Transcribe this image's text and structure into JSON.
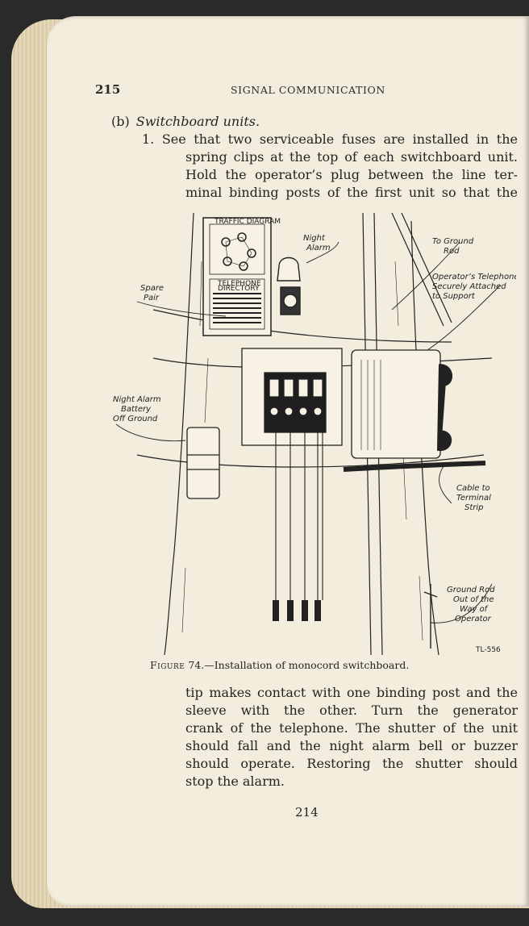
{
  "header": {
    "page_number": "215",
    "section_title": "SIGNAL COMMUNICATION"
  },
  "subheading": {
    "marker": "(b)",
    "title": "Switchboard units."
  },
  "paragraph1": {
    "lines": [
      "1. See that two serviceable fuses are installed in the",
      "spring clips at the top of each switchboard unit.",
      "Hold the operator’s plug between the line ter-",
      "minal binding posts of the first unit so that the"
    ]
  },
  "figure": {
    "labels": {
      "traffic_diagram": "TRAFFIC DIAGRAM",
      "telephone_directory_1": "TELEPHONE",
      "telephone_directory_2": "DIRECTORY",
      "night_alarm_1": "Night",
      "night_alarm_2": "Alarm",
      "spare_pair_1": "Spare",
      "spare_pair_2": "Pair",
      "to_ground_rod_1": "To Ground",
      "to_ground_rod_2": "Rod",
      "operators_telephone_1": "Operator’s Telephone",
      "operators_telephone_2": "Securely Attached",
      "operators_telephone_3": "to Support",
      "night_alarm_battery_1": "Night Alarm",
      "night_alarm_battery_2": "Battery",
      "night_alarm_battery_3": "Off Ground",
      "cable_to_strip_1": "Cable to",
      "cable_to_strip_2": "Terminal",
      "cable_to_strip_3": "Strip",
      "ground_rod_1": "Ground Rod",
      "ground_rod_2": "Out of the",
      "ground_rod_3": "Way of",
      "ground_rod_4": "Operator",
      "figure_id": "TL-556"
    },
    "caption_prefix": "Figure",
    "caption_text": "74.—Installation of monocord switchboard."
  },
  "paragraph2": {
    "lines": [
      "tip makes contact with one binding post and the",
      "sleeve with the other. Turn the generator",
      "crank of the telephone. The shutter of the unit",
      "should fall and the night alarm bell or buzzer",
      "should operate. Restoring the shutter should",
      "stop the alarm."
    ]
  },
  "footer": {
    "folio": "214"
  }
}
